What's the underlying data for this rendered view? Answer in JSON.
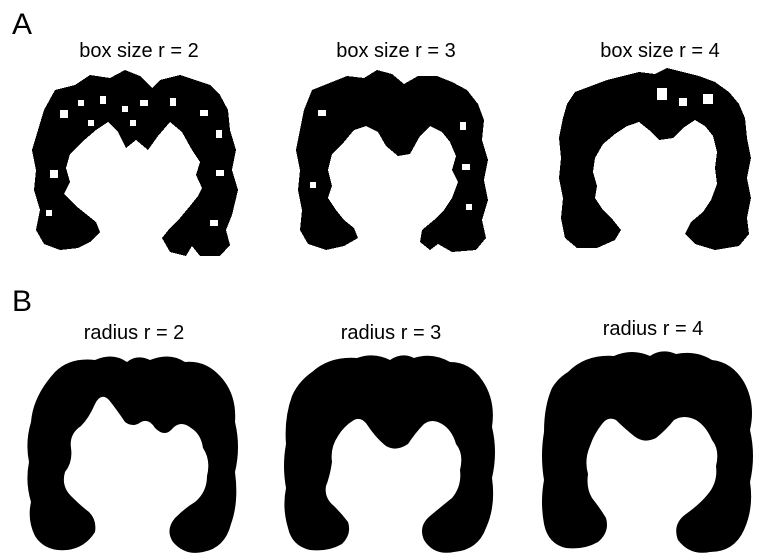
{
  "panels": [
    {
      "label": "A",
      "items": [
        {
          "caption": "box size r = 2"
        },
        {
          "caption": "box size r = 3"
        },
        {
          "caption": "box size r = 4"
        }
      ]
    },
    {
      "label": "B",
      "items": [
        {
          "caption": "radius r = 2"
        },
        {
          "caption": "radius r = 3"
        },
        {
          "caption": "radius r = 4"
        }
      ]
    }
  ],
  "colors": {
    "foreground": "#000000",
    "background": "#ffffff"
  }
}
